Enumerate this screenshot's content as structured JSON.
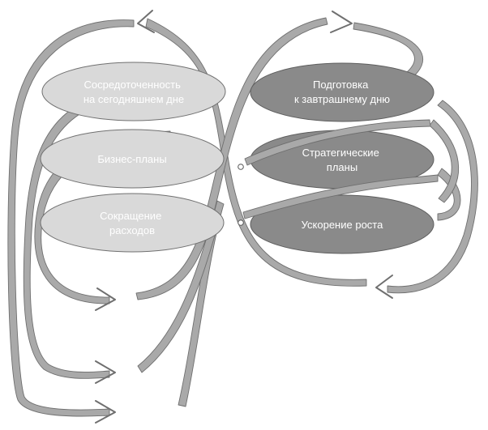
{
  "left_items": [
    {
      "line1": "Сосредоточенность",
      "line2": "на сегодняшнем дне"
    },
    {
      "line1": "Бизнес-планы"
    },
    {
      "line1": "Сокращение",
      "line2": "расходов"
    }
  ],
  "right_items": [
    {
      "line1": "Подготовка",
      "line2": "к завтрашнему дню"
    },
    {
      "line1": "Стратегические",
      "line2": "планы"
    },
    {
      "line1": "Ускорение роста"
    }
  ],
  "colors": {
    "arrow_fill": "#a9a9a9",
    "left_ellipse": "#d9d9d9",
    "right_ellipse": "#8a8a8a",
    "label_text": "#ffffff"
  }
}
